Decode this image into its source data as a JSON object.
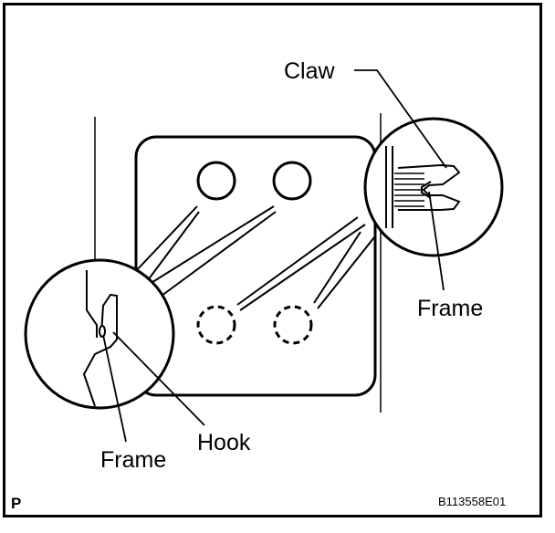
{
  "labels": {
    "claw": "Claw",
    "frame_right": "Frame",
    "frame_left": "Frame",
    "hook": "Hook"
  },
  "footer": {
    "view_letter": "P",
    "figure_code": "B113558E01"
  },
  "colors": {
    "ink": "#000000",
    "paper": "#ffffff"
  }
}
